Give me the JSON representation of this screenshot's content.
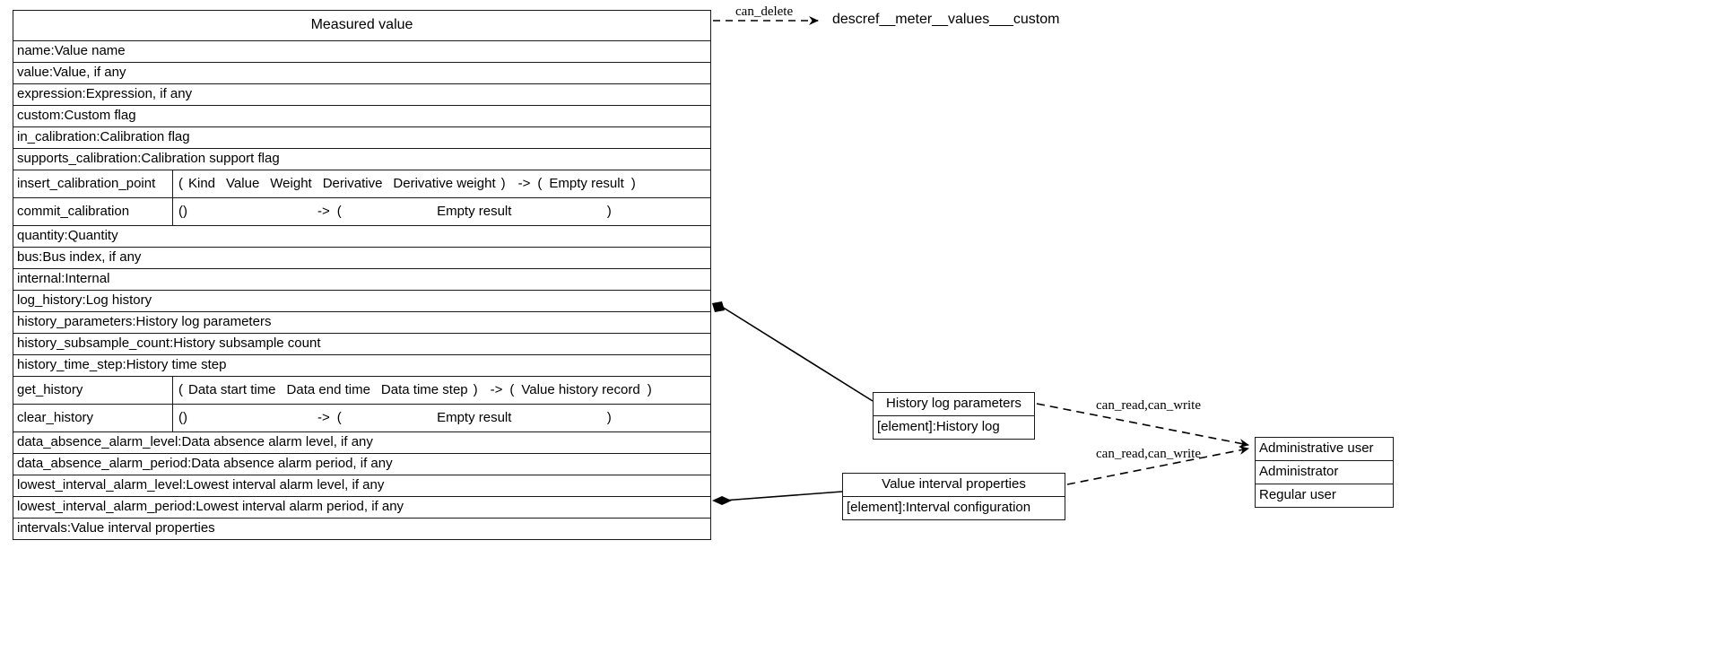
{
  "diagram": {
    "type": "uml-class-diagram",
    "background": "#ffffff",
    "line_color": "#1a1a1a"
  },
  "main_class": {
    "title": "Measured value",
    "attributes": [
      "name:Value name",
      "value:Value, if any",
      "expression:Expression, if any",
      "custom:Custom flag",
      "in_calibration:Calibration flag",
      "supports_calibration:Calibration support flag"
    ],
    "methods_1": [
      {
        "name": "insert_calibration_point",
        "open_paren": "(",
        "args": [
          "Kind",
          "Value",
          "Weight",
          "Derivative",
          "Derivative weight"
        ],
        "close_paren": ")",
        "arrow": "->",
        "ret_open": "(",
        "ret": "Empty result",
        "ret_close": ")"
      },
      {
        "name": "commit_calibration",
        "open_paren": "(",
        "args": [],
        "close_paren": ")",
        "arrow": "->",
        "ret_open": "(",
        "ret": "Empty result",
        "ret_close": ")"
      }
    ],
    "attributes_2": [
      "quantity:Quantity",
      "bus:Bus index, if any",
      "internal:Internal",
      "log_history:Log history",
      "history_parameters:History log parameters",
      "history_subsample_count:History subsample count",
      "history_time_step:History time step"
    ],
    "methods_2": [
      {
        "name": "get_history",
        "open_paren": "(",
        "args": [
          "Data start time",
          "Data end time",
          "Data time step"
        ],
        "close_paren": ")",
        "arrow": "->",
        "ret_open": "(",
        "ret": "Value history record",
        "ret_close": ")"
      },
      {
        "name": "clear_history",
        "open_paren": "(",
        "args": [],
        "close_paren": ")",
        "arrow": "->",
        "ret_open": "(",
        "ret": "Empty result",
        "ret_close": ")"
      }
    ],
    "attributes_3": [
      "data_absence_alarm_level:Data absence alarm level, if any",
      "data_absence_alarm_period:Data absence alarm period, if any",
      "lowest_interval_alarm_level:Lowest interval alarm level, if any",
      "lowest_interval_alarm_period:Lowest interval alarm period, if any",
      "intervals:Value interval properties"
    ]
  },
  "history_log_box": {
    "title": "History log parameters",
    "rows": [
      "[element]:History log"
    ]
  },
  "interval_box": {
    "title": "Value interval properties",
    "rows": [
      "[element]:Interval configuration"
    ]
  },
  "user_box": {
    "title": "Administrative user",
    "rows": [
      "Administrator",
      "Regular user"
    ]
  },
  "edges": {
    "can_delete_label": "can_delete",
    "descref_target": "descref__meter__values___custom",
    "can_read_write_1": "can_read,can_write",
    "can_read_write_2": "can_read,can_write"
  }
}
